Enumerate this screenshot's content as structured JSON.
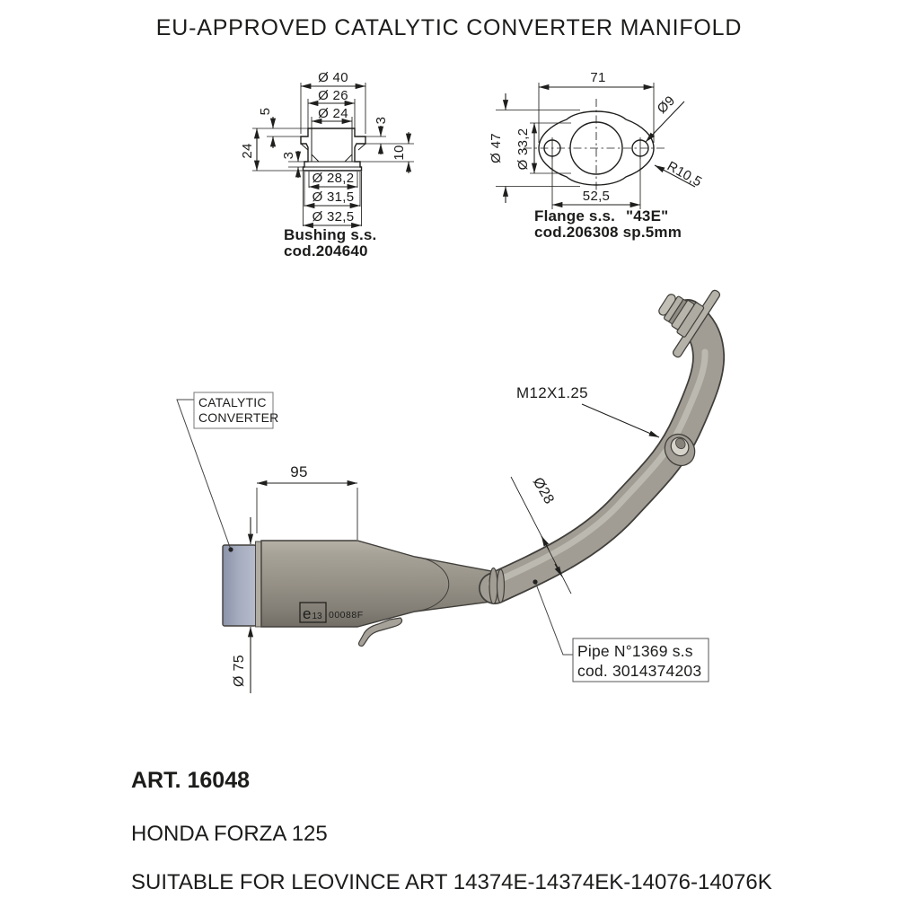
{
  "title": "EU-APPROVED CATALYTIC CONVERTER MANIFOLD",
  "colors": {
    "line": "#1f1f1d",
    "outline_3d": "#413f3b",
    "body_gray": "#98948a",
    "pipe_gray": "#a19d94",
    "pipe_highlight": "#c6c3ba",
    "cap_blue": "#a4abbd",
    "plate_gray": "#b5b2a9"
  },
  "bushing_view": {
    "caption_line1": "Bushing s.s.",
    "caption_line2": "cod.204640",
    "dim_outer_top": "Ø 40",
    "dim_mid_top": "Ø 26",
    "dim_inner_top": "Ø 24",
    "dim_height_left": "24",
    "dim_lip_left": "5",
    "dim_base_left": "3",
    "dim_tab_right": "3",
    "dim_skirt_right": "10",
    "dim_bore_bottom": "Ø 28,2",
    "dim_flange_bottom": "Ø 31,5",
    "dim_lip_bottom": "Ø 32,5"
  },
  "flange_view": {
    "caption_line1a": "Flange s.s.",
    "caption_line1b": "\"43E\"",
    "caption_line2": "cod.206308 sp.5mm",
    "dim_width": "71",
    "dim_bolt_hole": "Ø9",
    "dim_height": "Ø 47",
    "dim_center_hole": "Ø 33,2",
    "dim_tip_radius": "R10,5",
    "dim_bolt_spacing": "52,5"
  },
  "assembly_view": {
    "converter_label_line1": "CATALYTIC",
    "converter_label_line2": "CONVERTER",
    "dim_body_length": "95",
    "dim_cap_diameter": "Ø 75",
    "dim_pipe_diameter": "Ø28",
    "sensor_thread": "M12X1.25",
    "approval_mark_e": "e",
    "approval_mark_num": "13",
    "approval_code": "00088F",
    "pipe_label_line1": "Pipe N°1369 s.s",
    "pipe_label_line2": "cod. 3014374203"
  },
  "footer": {
    "art_number": "ART. 16048",
    "model": "HONDA FORZA 125",
    "compatibility": "SUITABLE FOR LEOVINCE ART 14374E-14374EK-14076-14076K"
  }
}
